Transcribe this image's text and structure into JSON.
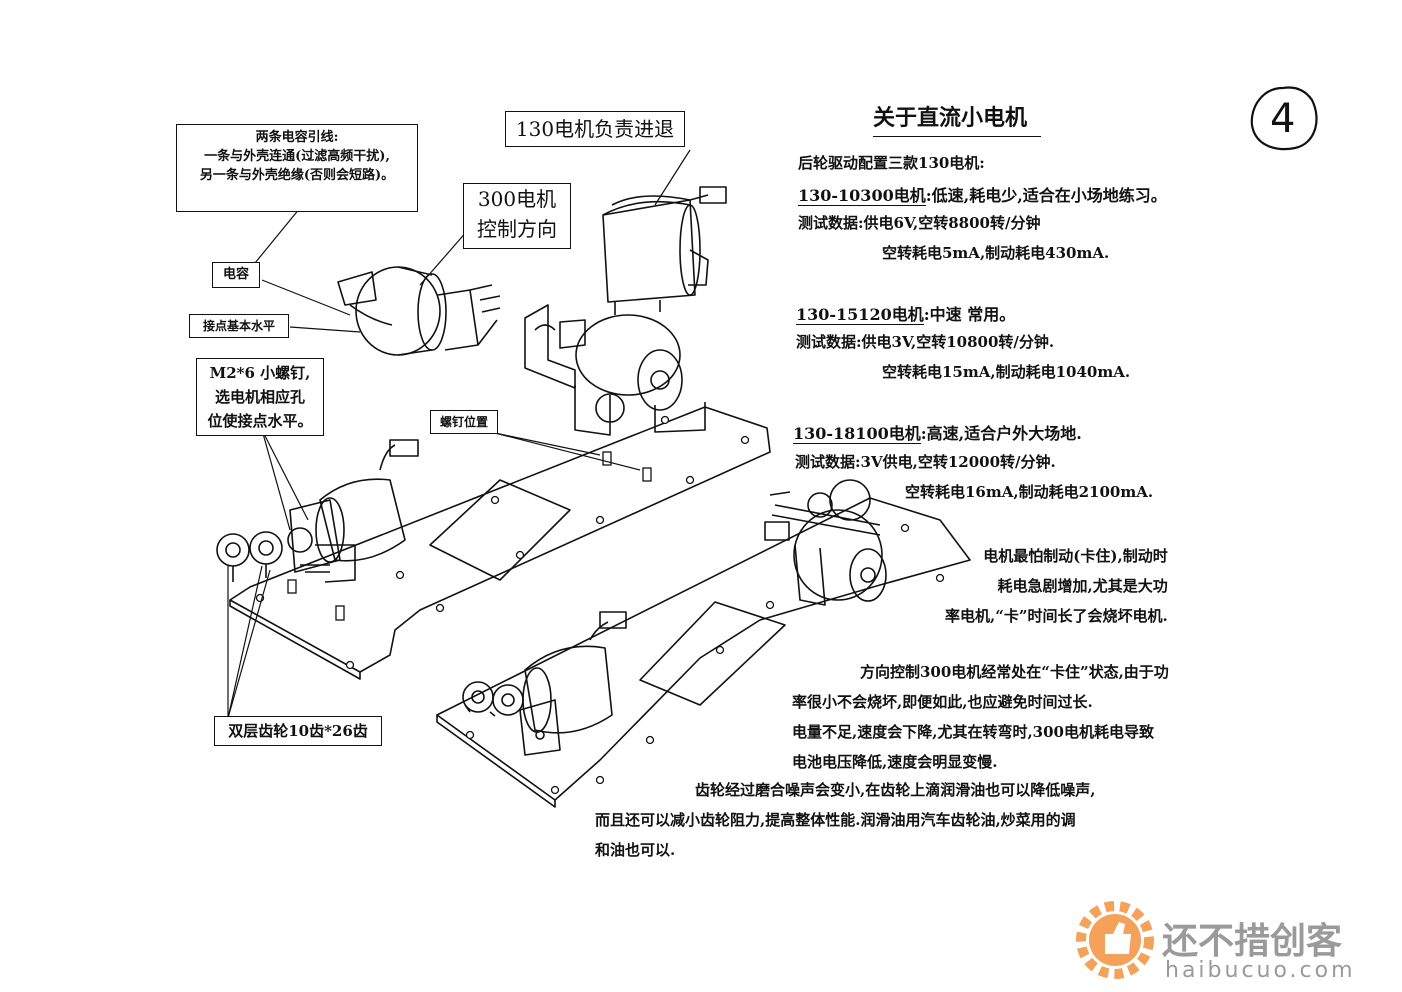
{
  "page_number": "4",
  "title": "关于直流小电机",
  "callouts": {
    "capacitor_note": [
      "两条电容引线:",
      "一条与外壳连通(过滤高频干扰),",
      "另一条与外壳绝缘(否则会短路)。"
    ],
    "motor130": "130电机负责进退",
    "motor300": [
      "300电机",
      "控制方向"
    ],
    "capacitor": "电容",
    "contact_level": "接点基本水平",
    "screw_note": [
      "M2*6 小螺钉,",
      "选电机相应孔",
      "位使接点水平。"
    ],
    "screw_pos": "螺钉位置",
    "gear": "双层齿轮10齿*26齿"
  },
  "spec": {
    "intro": "后轮驱动配置三款130电机:",
    "models": [
      {
        "model": "130-10300电机",
        "desc": ":低速,耗电少,适合在小场地练习。",
        "test": "测试数据:供电6V,空转8800转/分钟",
        "power": "空转耗电5mA,制动耗电430mA."
      },
      {
        "model": "130-15120电机",
        "desc": ":中速 常用。",
        "test": "测试数据:供电3V,空转10800转/分钟.",
        "power": "空转耗电15mA,制动耗电1040mA."
      },
      {
        "model": "130-18100电机",
        "desc": ":高速,适合户外大场地.",
        "test": "测试数据:3V供电,空转12000转/分钟.",
        "power": "空转耗电16mA,制动耗电2100mA."
      }
    ]
  },
  "notes": {
    "brake": [
      "电机最怕制动(卡住),制动时",
      "耗电急剧增加,尤其是大功",
      "率电机,“卡”时间长了会烧坏电机."
    ],
    "steering": [
      "方向控制300电机经常处在“卡住”状态,由于功",
      "率很小不会烧坏,即便如此,也应避免时间过长.",
      "电量不足,速度会下降,尤其在转弯时,300电机耗电导致",
      "电池电压降低,速度会明显变慢."
    ],
    "gear_oil": [
      "齿轮经过磨合噪声会变小,在齿轮上滴润滑油也可以降低噪声,",
      "而且还可以减小齿轮阻力,提高整体性能.润滑油用汽车齿轮油,炒菜用的调",
      "和油也可以."
    ]
  },
  "watermark": {
    "name": "还不措创客",
    "url": "haibucuo.com"
  }
}
